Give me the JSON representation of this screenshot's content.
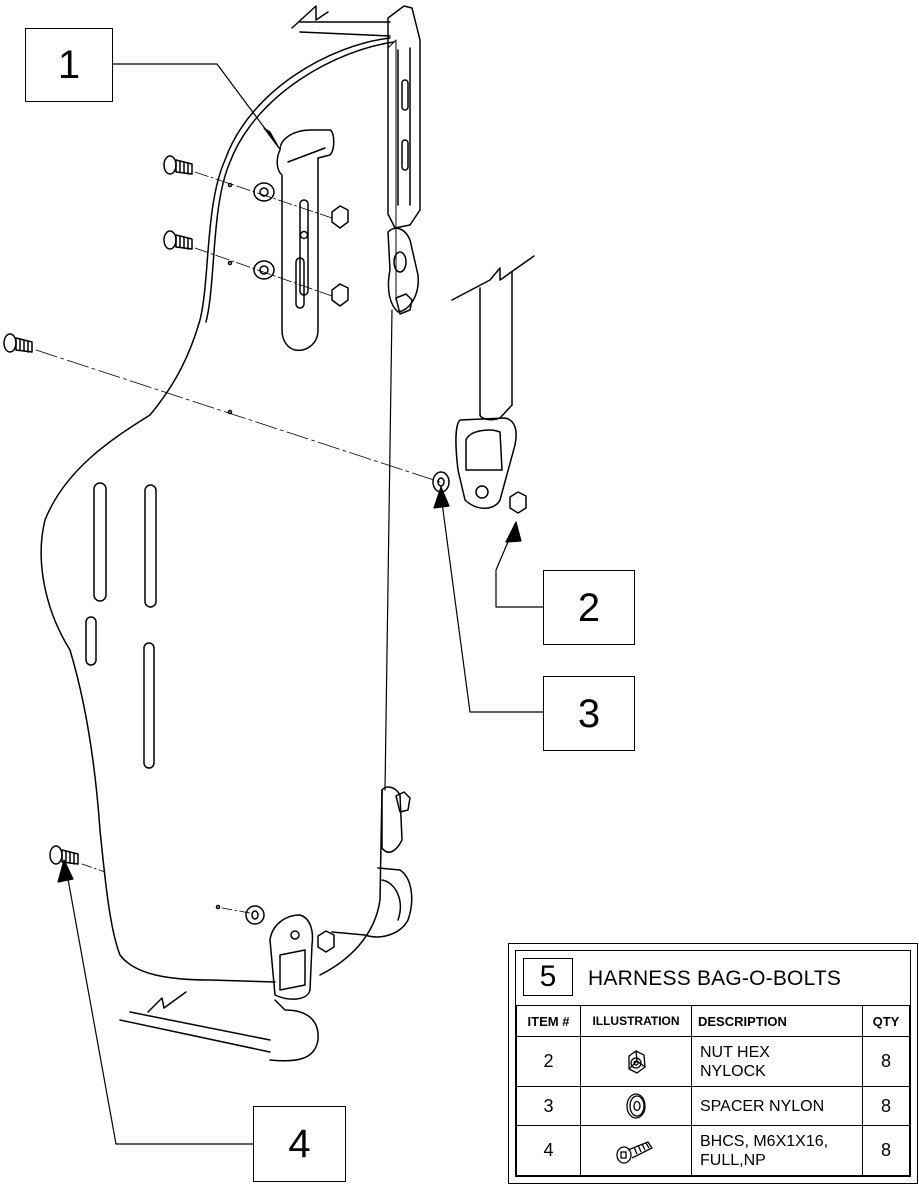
{
  "callouts": [
    {
      "label": "1"
    },
    {
      "label": "2"
    },
    {
      "label": "3"
    },
    {
      "label": "4"
    }
  ],
  "bom": {
    "item_number": "5",
    "title": "HARNESS BAG-O-BOLTS",
    "headers": [
      "ITEM #",
      "ILLUSTRATION",
      "DESCRIPTION",
      "QTY"
    ],
    "rows": [
      {
        "item": "2",
        "illustration": "hex-nylock-nut-icon",
        "description_line1": "NUT HEX",
        "description_line2": "NYLOCK",
        "qty": "8"
      },
      {
        "item": "3",
        "illustration": "nylon-spacer-icon",
        "description_line1": "SPACER NYLON",
        "description_line2": "",
        "qty": "8"
      },
      {
        "item": "4",
        "illustration": "button-head-screw-icon",
        "description_line1": "BHCS, M6X1X16,",
        "description_line2": "FULL,NP",
        "qty": "8"
      }
    ]
  }
}
